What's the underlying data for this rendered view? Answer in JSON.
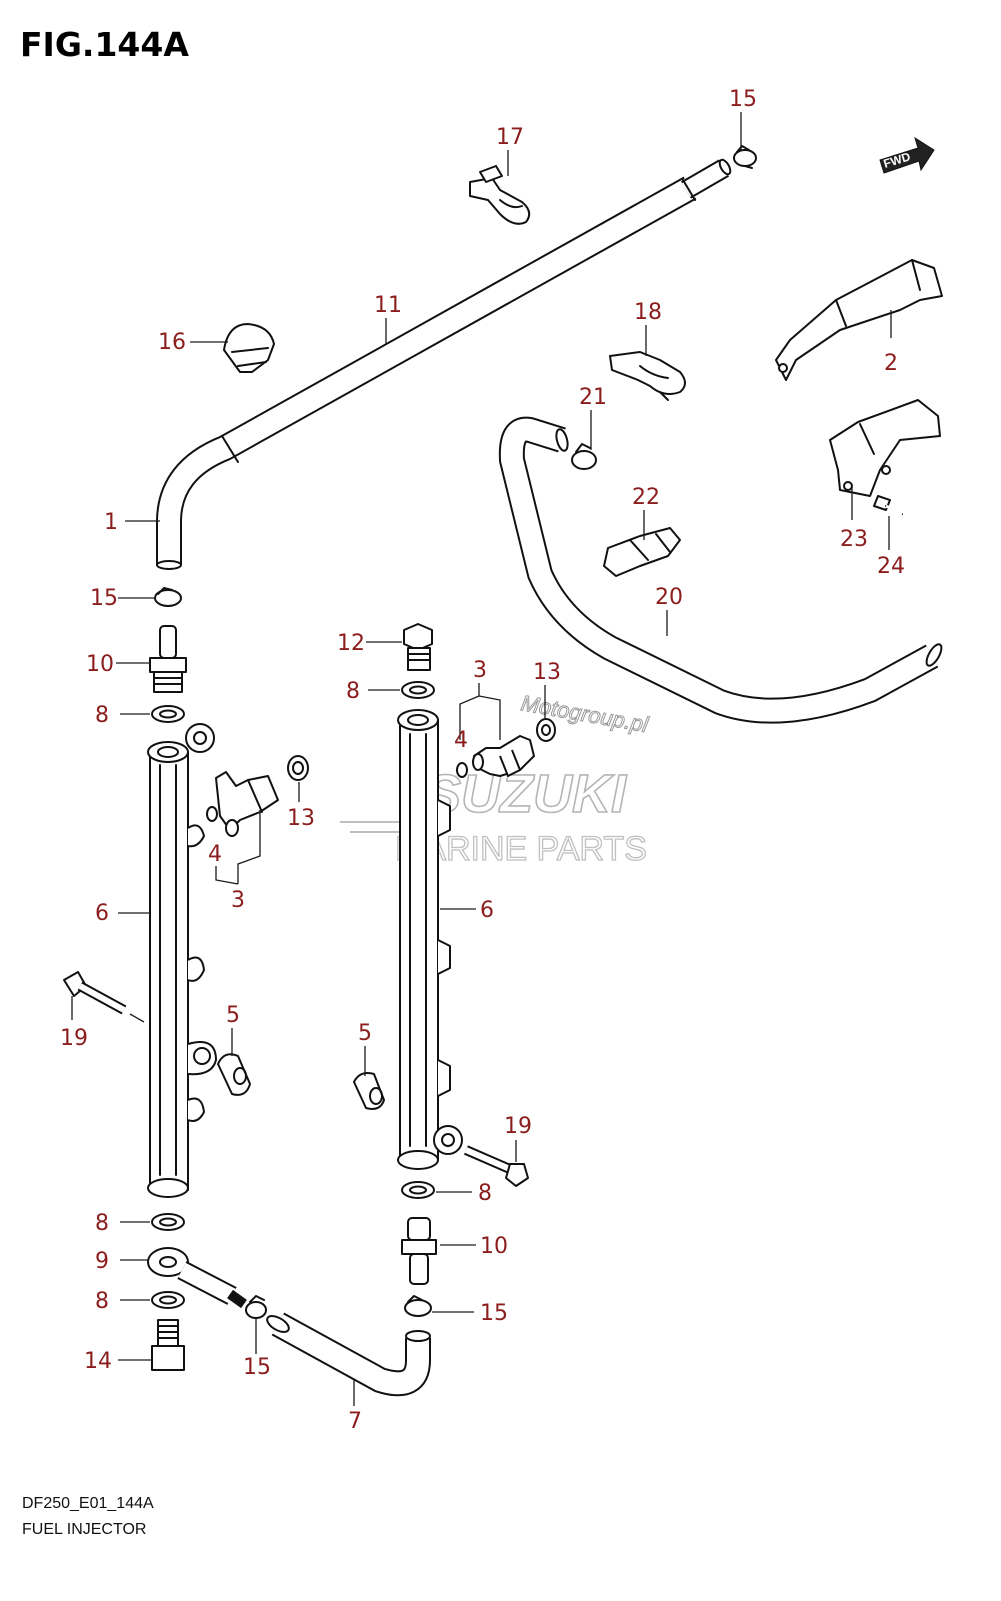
{
  "figure": {
    "title": "FIG.144A",
    "model_code": "DF250_E01_144A",
    "caption": "FUEL INJECTOR"
  },
  "direction_marker": {
    "label": "FWD",
    "icon": "forward-arrow-icon"
  },
  "watermark": {
    "brand": "SUZUKI",
    "line2": "MARINE PARTS",
    "site": "Motogroup.pl",
    "color": "#b5b5b5"
  },
  "callout_color": "#8b1d1d",
  "callouts": {
    "c15_top": "15",
    "c17": "17",
    "c11": "11",
    "c16": "16",
    "c18": "18",
    "c2": "2",
    "c21": "21",
    "c1": "1",
    "c22": "22",
    "c23": "23",
    "c24": "24",
    "c15_left": "15",
    "c20": "20",
    "c10_left": "10",
    "c12": "12",
    "c3_right": "3",
    "c13_right": "13",
    "c8_left_top": "8",
    "c8_mid": "8",
    "c4_right": "4",
    "c13_left": "13",
    "c4_left": "4",
    "c3_left": "3",
    "c6_left": "6",
    "c6_right": "6",
    "c5_left": "5",
    "c5_right": "5",
    "c19_left": "19",
    "c19_right": "19",
    "c8_right": "8",
    "c8_left_mid": "8",
    "c10_right": "10",
    "c9": "9",
    "c8_left_bot": "8",
    "c15_right": "15",
    "c14": "14",
    "c15_bot": "15",
    "c7": "7"
  }
}
